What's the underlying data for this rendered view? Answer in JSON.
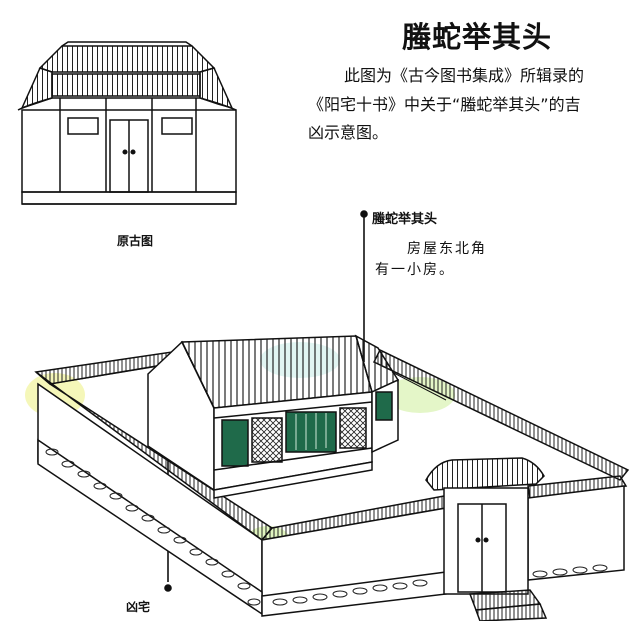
{
  "title": "螣蛇举其头",
  "description": {
    "line1": "此图为《古今图书集成》所辑录的",
    "line2": "《阳宅十书》中关于“螣蛇举其头”的吉",
    "line3": "凶示意图。"
  },
  "original_caption": "原古图",
  "head_label": "螣蛇举其头",
  "note": {
    "line1": "房屋东北角",
    "line2": "有一小房。"
  },
  "bad_house_label": "凶宅",
  "colors": {
    "ink": "#111111",
    "window_green": "#1f6a4a",
    "highlight_green": "#d9f2b0",
    "highlight_yellow": "#f2f5a8"
  }
}
